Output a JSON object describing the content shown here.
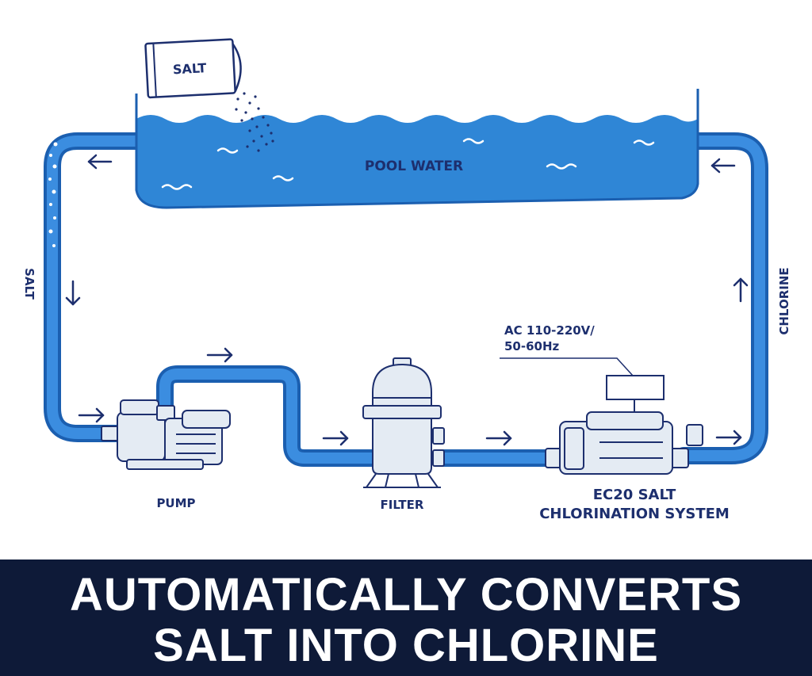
{
  "colors": {
    "pipe": "#2f7fd3",
    "pipe_dark": "#1b5fb0",
    "water": "#2f86d6",
    "navy": "#1d2f6e",
    "banner_bg": "#0e1a38",
    "equipment": "#e4ebf3"
  },
  "diagram": {
    "salt_bag_label": "SALT",
    "pool_label": "POOL WATER",
    "left_pipe_label": "SALT",
    "right_pipe_label": "CHLORINE",
    "power_label_line1": "AC 110-220V/",
    "power_label_line2": "50-60Hz",
    "pump_label": "PUMP",
    "filter_label": "FILTER",
    "chlorinator_label_line1": "EC20 SALT",
    "chlorinator_label_line2": "CHLORINATION SYSTEM"
  },
  "icons": [
    "salt-bag-icon",
    "pump-icon",
    "filter-icon",
    "chlorinator-icon",
    "control-box-icon",
    "flow-arrow-icon"
  ],
  "banner": {
    "line1": "AUTOMATICALLY CONVERTS",
    "line2": "SALT INTO CHLORINE"
  }
}
